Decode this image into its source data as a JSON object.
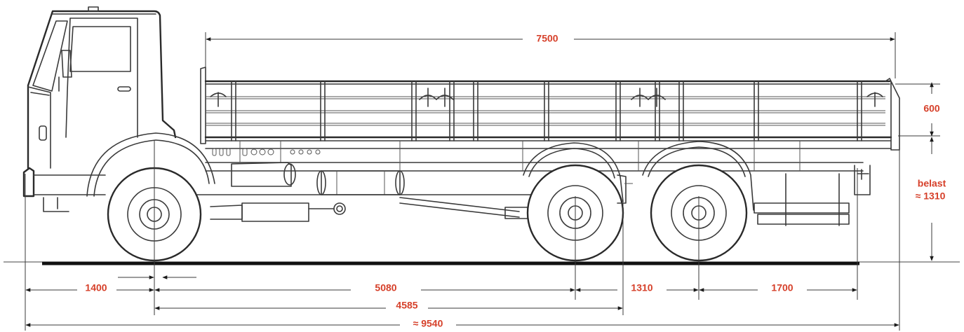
{
  "accent_color": "#d6402a",
  "dimensions": {
    "body_length": "7500",
    "side_height": "600",
    "laden_label": "belast",
    "laden_value": "≈ 1310",
    "front_overhang": "1400",
    "wheelbase_front": "5080",
    "tandem_spacing": "1310",
    "rear_overhang": "1700",
    "cab_to_axle": "4585",
    "overall_length": "≈ 9540"
  }
}
